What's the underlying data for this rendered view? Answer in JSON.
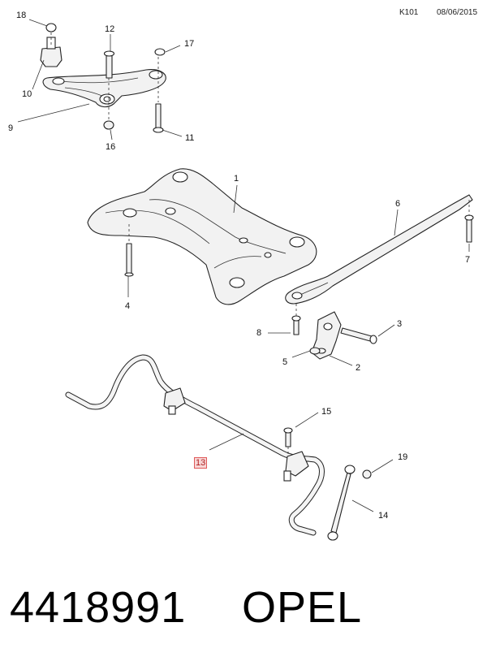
{
  "header": {
    "ref_code": "K101",
    "date": "08/06/2015"
  },
  "footer": {
    "part_number": "4418991",
    "brand": "OPEL"
  },
  "callouts": {
    "c1": "1",
    "c2": "2",
    "c3": "3",
    "c4": "4",
    "c5": "5",
    "c6": "6",
    "c7": "7",
    "c8": "8",
    "c9": "9",
    "c10": "10",
    "c11": "11",
    "c12": "12",
    "c13": "13",
    "c14": "14",
    "c15": "15",
    "c16": "16",
    "c17": "17",
    "c18": "18",
    "c19": "19"
  },
  "highlighted_callout": "13"
}
